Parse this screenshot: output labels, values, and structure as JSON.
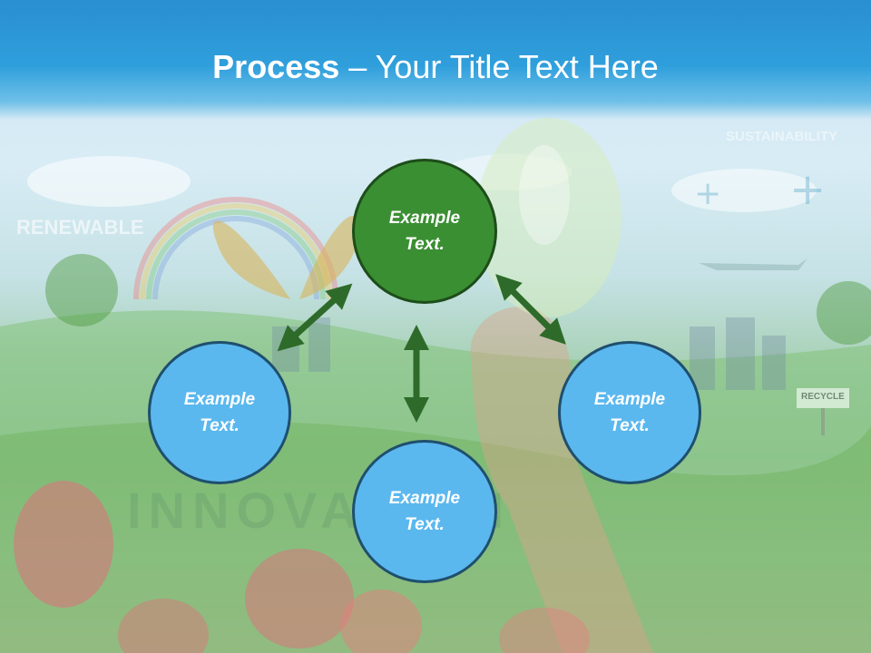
{
  "title": {
    "bold": "Process",
    "rest": " – Your Title Text Here"
  },
  "background_words": {
    "renewable": "RENEWABLE",
    "sustainability": "SUSTAINABILITY",
    "recycle": "RECYCLE",
    "innovation": "INNOVATION"
  },
  "nodes": {
    "top": {
      "line1": "Example",
      "line2": "Text."
    },
    "left": {
      "line1": "Example",
      "line2": "Text."
    },
    "right": {
      "line1": "Example",
      "line2": "Text."
    },
    "bottom": {
      "line1": "Example",
      "line2": "Text."
    }
  },
  "colors": {
    "header": "#2f9fdc",
    "node_blue": "#5bb8ee",
    "node_green": "#3a8f32",
    "arrow": "#2e6b2a"
  }
}
